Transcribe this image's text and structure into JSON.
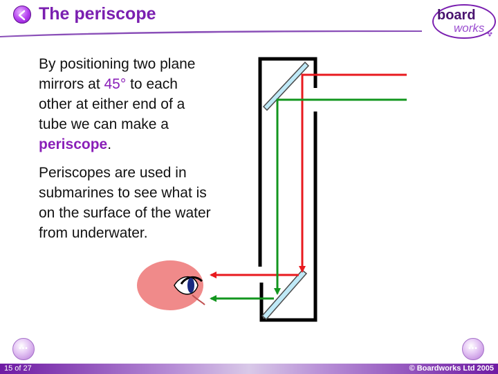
{
  "header": {
    "title": "The periscope",
    "logo_line1": "board",
    "logo_line2": "works"
  },
  "content": {
    "p1_a": "By positioning two plane mirrors at ",
    "p1_angle": "45°",
    "p1_b": " to each other at either end of a tube we can make a ",
    "p1_keyword": "periscope",
    "p1_c": ".",
    "p2": "Periscopes are used in submarines to see what is on the surface of the water from underwater."
  },
  "footer": {
    "page": "15 of 27",
    "copyright": "© Boardworks Ltd 2005"
  },
  "colors": {
    "accent": "#8a1fb8",
    "ray_red": "#e8191e",
    "ray_green": "#12961e",
    "mirror": "#bfe9f7"
  },
  "icons": {
    "back": "chevron-left-icon",
    "nav_prev": "ellipsis-icon",
    "nav_next": "ellipsis-icon"
  }
}
